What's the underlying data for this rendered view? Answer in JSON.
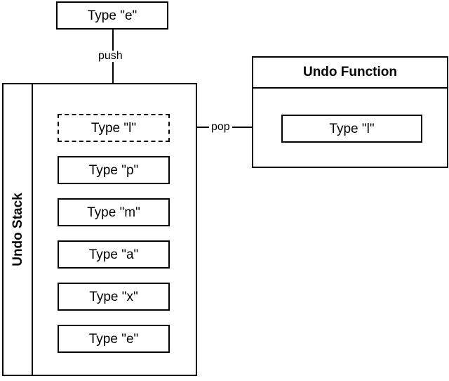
{
  "diagram": {
    "title": "Undo Stack and Undo Function",
    "background_color": "#ffffff",
    "stroke_color": "#000000"
  },
  "push_source": {
    "label": "Type \"e\""
  },
  "edges": {
    "push": {
      "label": "push",
      "from": "push-source-box",
      "to": "undo-stack-top"
    },
    "pop": {
      "label": "pop",
      "from": "undo-stack-top",
      "to": "undo-function-action-box"
    }
  },
  "undo_stack": {
    "label": "Undo Stack",
    "items": [
      {
        "label": "Type \"l\"",
        "style": "dashed"
      },
      {
        "label": "Type \"p\"",
        "style": "solid"
      },
      {
        "label": "Type \"m\"",
        "style": "solid"
      },
      {
        "label": "Type \"a\"",
        "style": "solid"
      },
      {
        "label": "Type \"x\"",
        "style": "solid"
      },
      {
        "label": "Type \"e\"",
        "style": "solid"
      }
    ]
  },
  "undo_function": {
    "title": "Undo Function",
    "action": {
      "label": "Type \"l\""
    }
  }
}
